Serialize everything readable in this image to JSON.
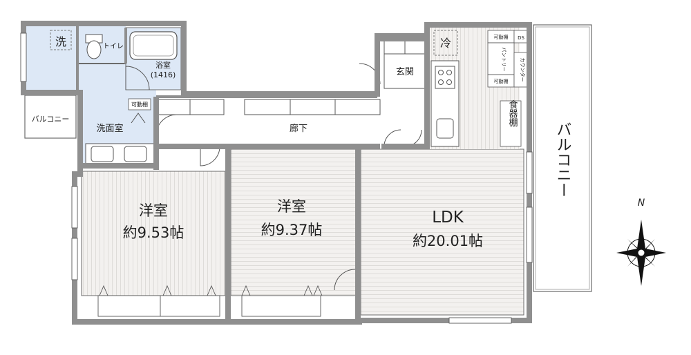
{
  "rooms": {
    "western_room_1": {
      "name": "洋室",
      "area": "約9.53帖"
    },
    "western_room_2": {
      "name": "洋室",
      "area": "約9.37帖"
    },
    "ldk": {
      "name": "LDK",
      "area": "約20.01帖"
    },
    "bathroom": {
      "name": "浴室",
      "size": "(1416)"
    },
    "toilet": "トイレ",
    "washroom": "洗面室",
    "hallway": "廊下",
    "entrance": "玄関",
    "balcony_small": "バルコニー",
    "balcony_large": "バルコニー"
  },
  "fixtures": {
    "washer": "洗",
    "fridge": "冷",
    "movable_shelf": "可動棚",
    "ds": "DS",
    "pantry": "パントリー",
    "counter": "カウンター",
    "cupboard": "食器棚"
  },
  "compass": {
    "label": "N"
  },
  "colors": {
    "wall": "#8f8f8f",
    "wet_area": "#dde8f6",
    "wood_floor": "#f1efed",
    "stripe": "#c9c6c3"
  }
}
